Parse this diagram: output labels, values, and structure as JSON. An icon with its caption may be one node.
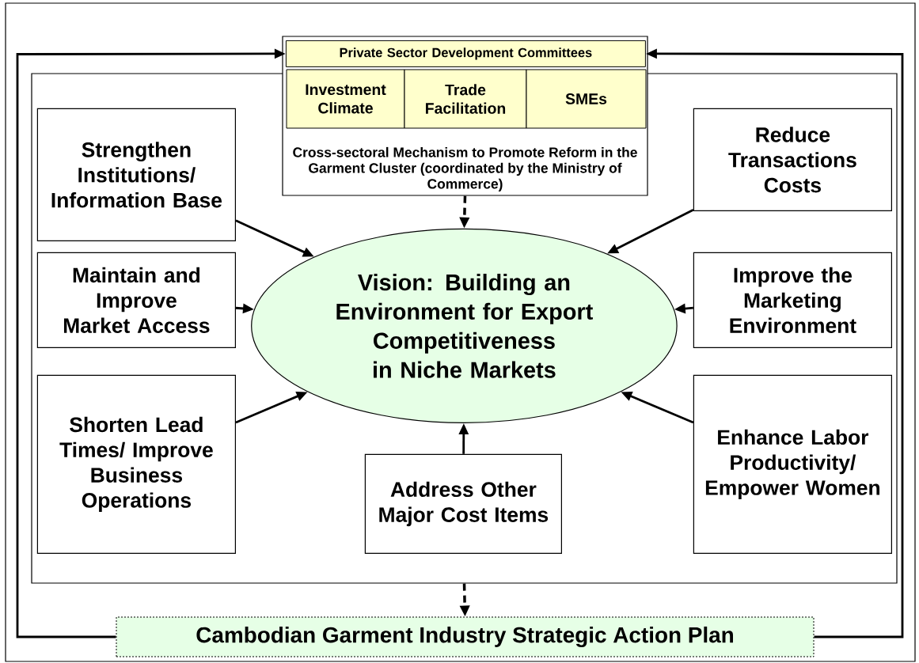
{
  "diagram": {
    "nodes": [
      {
        "text": [],
        "shape": "box"
      },
      {
        "text": [
          "Cross-sectoral Mechanism to Promote Reform in the Garment Cluster (coordinated by the Ministry of Commerce)"
        ]
      },
      {
        "text": [
          "Private Sector Development Committees"
        ],
        "in": 1
      },
      {
        "text": [
          "Investment Climate"
        ]
      },
      {
        "text": [
          "Trade Facilitation"
        ]
      },
      {
        "text": [
          "SMEs"
        ]
      },
      {
        "text": [
          "Strengthen Institutions/ Information Base"
        ],
        "in": 0
      },
      {
        "text": [
          "Reduce Transactions Costs"
        ],
        "in": 0
      },
      {
        "text": [
          "Maintain and Improve Market Access"
        ],
        "in": 0
      },
      {
        "text": [
          "Improve the Marketing Environment"
        ],
        "in": 0
      },
      {
        "text": [
          "Vision: Building an Environment for Export Competitiveness in Niche Markets"
        ],
        "in": 0
      },
      {
        "text": [
          "Shorten Lead Times/ Improve Business Operations"
        ],
        "in": 0
      },
      {
        "text": [
          "Address Other Major Cost Items"
        ],
        "in": 0
      },
      {
        "text": [
          "Enhance Labor Productivity/ Empower Women"
        ],
        "in": 0
      },
      {
        "text": [
          "Cambodian Garment Industry Strategic Action Plan"
        ]
      }
    ],
    "edges": [
      {
        "from": 6,
        "to": 10,
        "arrow": "to"
      },
      {
        "from": 7,
        "to": 10,
        "arrow": "to"
      },
      {
        "from": 8,
        "to": 10,
        "arrow": "to"
      },
      {
        "from": 9,
        "to": 10,
        "arrow": "to"
      },
      {
        "from": 11,
        "to": 10,
        "arrow": "to"
      },
      {
        "from": 12,
        "to": 10,
        "arrow": "to"
      },
      {
        "from": 13,
        "to": 10,
        "arrow": "to"
      },
      {
        "from": 1,
        "to": 10,
        "arrow": "to",
        "style": "dashed"
      },
      {
        "from": 0,
        "to": 14,
        "arrow": "to",
        "style": "dashed"
      },
      {
        "from": 14,
        "to": 2,
        "arrow": "to"
      },
      {
        "from": 14,
        "to": 2,
        "arrow": "to"
      }
    ]
  }
}
